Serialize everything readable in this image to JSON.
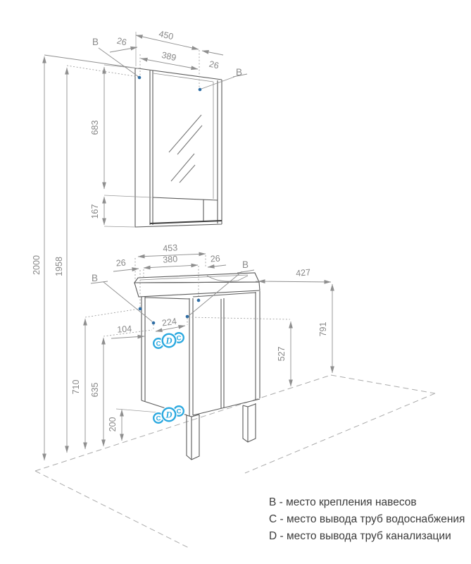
{
  "dims": {
    "wall_height": "2000",
    "mirror_mount_height": "1958",
    "mirror": {
      "width": "450",
      "mount_span": "389",
      "offset_left": "26",
      "offset_right": "26",
      "door_height": "683",
      "shelf_height": "167"
    },
    "vanity": {
      "width": "453",
      "mount_span": "380",
      "offset_left": "26",
      "offset_right": "26",
      "depth": "427",
      "basin_height": "791",
      "outlet_height_right": "527",
      "mount_height_left": "710",
      "outlet_height_left": "635",
      "mount_span_front": "224",
      "outlet_offset": "104",
      "leg_height": "200"
    }
  },
  "markers": {
    "mount": "B",
    "water": "C",
    "drain": "D"
  },
  "legend": {
    "line_b": "B - место крепления навесов",
    "line_c": "C - место вывода труб водоснабжения",
    "line_d": "D - место вывода труб канализации"
  },
  "colors": {
    "accent_cyan": "#29a8df",
    "mount_dot_blue": "#2e6da4",
    "drawing_line": "#5a5a5a",
    "dimension_gray": "#8f8f8f"
  }
}
